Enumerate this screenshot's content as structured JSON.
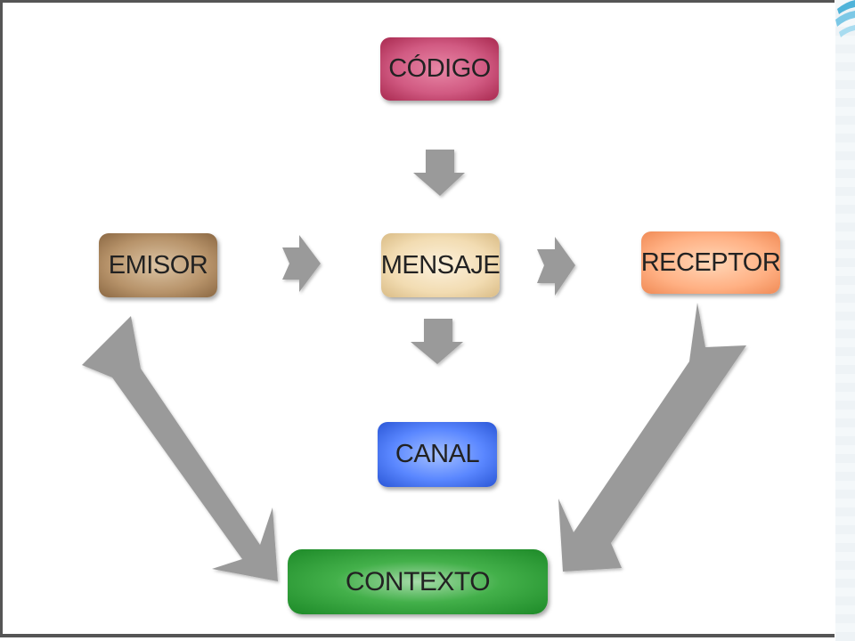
{
  "diagram": {
    "nodes": {
      "codigo": "CÓDIGO",
      "emisor": "EMISOR",
      "mensaje": "MENSAJE",
      "receptor": "RECEPTOR",
      "canal": "CANAL",
      "contexto": "CONTEXTO"
    },
    "edges": [
      {
        "from": "codigo",
        "to": "mensaje"
      },
      {
        "from": "emisor",
        "to": "mensaje"
      },
      {
        "from": "mensaje",
        "to": "receptor"
      },
      {
        "from": "mensaje",
        "to": "canal"
      },
      {
        "from": "emisor",
        "to": "contexto"
      },
      {
        "from": "receptor",
        "to": "contexto"
      }
    ]
  },
  "colors": {
    "codigo": "#d15a82",
    "emisor": "#b7936a",
    "mensaje": "#f2dcb2",
    "receptor": "#ffb083",
    "canal": "#5a87ff",
    "contexto": "#43b04a",
    "arrow": "#9a9a9a"
  }
}
